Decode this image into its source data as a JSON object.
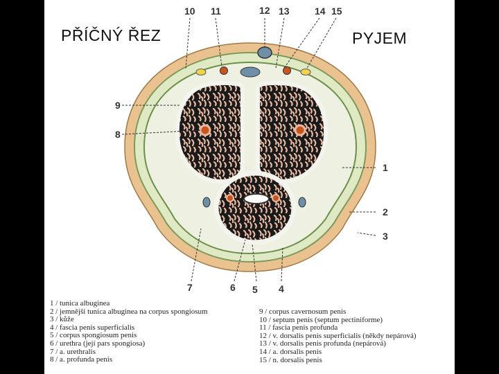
{
  "titles": {
    "left": "PŘÍČNÝ ŘEZ",
    "right": "PYJEM"
  },
  "callouts": {
    "n1": "1",
    "n2": "2",
    "n3": "3",
    "n4": "4",
    "n5": "5",
    "n6": "6",
    "n7": "7",
    "n8": "8",
    "n9": "9",
    "n10": "10",
    "n11": "11",
    "n12": "12",
    "n13": "13",
    "n14": "14",
    "n15": "15"
  },
  "legend_left": [
    "1 / tunica albuginea",
    "2 / jemnější tunica albuginea na corpus spongiosum",
    "3 / kůže",
    "4 / fascia penis superficialis",
    "5 / corpus spongiosum penis",
    "6 / urethra (její pars spongiosa)",
    "7 / a. urethralis",
    "8 / a. profunda penis"
  ],
  "legend_right": [
    "9 / corpus cavernosum penis",
    "10 / septum penis (septum pectiniforme)",
    "11 / fascia penis profunda",
    "12 / v. dorsalis penis superficialis (někdy nepárová)",
    "13 / v. dorsalis penis profunda (nepárová)",
    "14 / a. dorsalis penis",
    "15 / n. dorsalis penis"
  ],
  "colors": {
    "skin": "#e9c28f",
    "fascia": "#cfe3b0",
    "albuginea": "#f2f2ea",
    "tissue_dark": "#1a1a1a",
    "tissue_light": "#e8b9a2",
    "artery": "#c8551e",
    "vein": "#6f8fa8",
    "nerve": "#f0d24c"
  }
}
